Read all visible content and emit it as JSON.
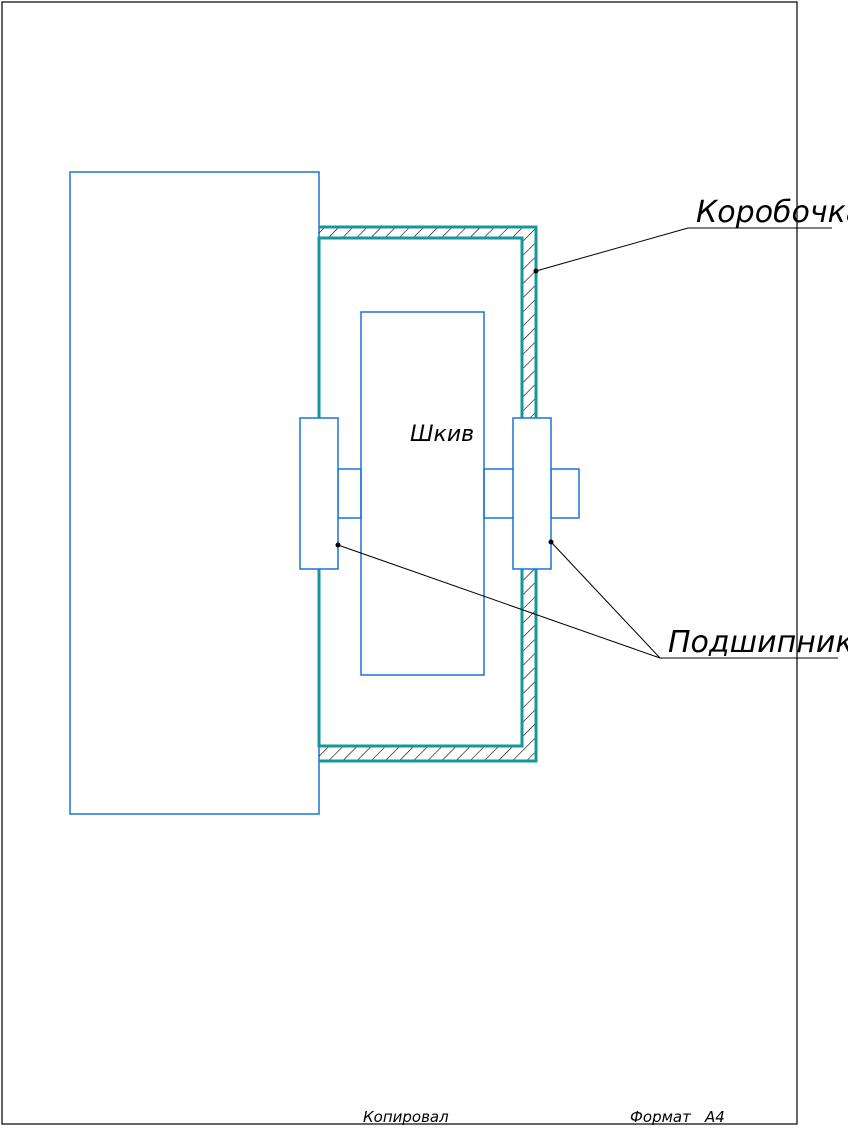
{
  "labels": {
    "box": "Коробочка",
    "pulley": "Шкив",
    "bearings": "Подшипники"
  },
  "title_block": {
    "copied_label": "Копировал",
    "format_label": "Формат",
    "format_value": "A4"
  },
  "colors": {
    "part_outline": "#1a73d9",
    "housing": "#14999a",
    "leader": "#000000",
    "sheet_frame": "#000000"
  }
}
